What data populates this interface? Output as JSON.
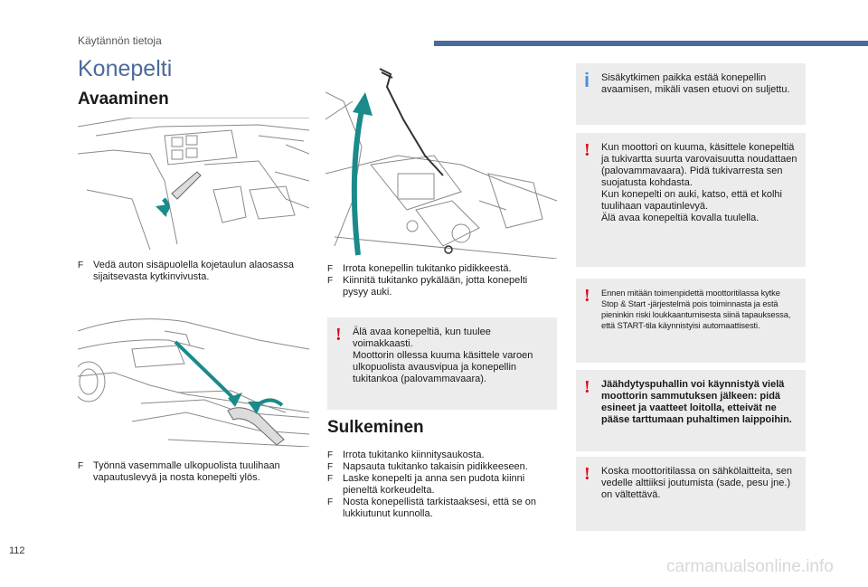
{
  "header": {
    "section_label": "Käytännön tietoja"
  },
  "page_title": "Konepelti",
  "opening": {
    "title": "Avaaminen",
    "step1": "Vedä auton sisäpuolella kojetaulun alaosassa sijaitsevasta kytkinvivusta.",
    "step2": "Työnnä vasemmalle ulkopuolista tuulihaan vapautuslevyä ja nosta konepelti ylös.",
    "step3": "Irrota konepellin tukitanko pidikkeestä.",
    "step4": "Kiinnitä tukitanko pykälään, jotta konepelti pysyy auki.",
    "warning_wind": [
      "Älä avaa konepeltiä, kun tuulee voimakkaasti.",
      "Moottorin ollessa kuuma käsittele varoen ulkopuolista avausvipua ja konepellin tukitankoa (palovammavaara)."
    ]
  },
  "closing": {
    "title": "Sulkeminen",
    "steps": [
      "Irrota tukitanko kiinnitysaukosta.",
      "Napsauta tukitanko takaisin pidikkeeseen.",
      "Laske konepelti ja anna sen pudota kiinni pieneltä korkeudelta.",
      "Nosta konepellistä tarkistaaksesi, että se on lukkiutunut kunnolla."
    ]
  },
  "notes": {
    "info": "Sisäkytkimen paikka estää konepellin avaamisen, mikäli vasen etuovi on suljettu.",
    "hot_engine": [
      "Kun moottori on kuuma, käsittele konepeltiä ja tukivartta suurta varovaisuutta noudattaen (palovammavaara). Pidä tukivarresta sen suojatusta kohdasta.",
      "Kun konepelti on auki, katso, että et kolhi tuulihaan vapautinlevyä.",
      "Älä avaa konepeltiä kovalla tuulella."
    ],
    "stop_start": "Ennen mitään toimenpidettä moottoritilassa kytke Stop & Start -järjestelmä pois toiminnasta ja estä pieninkin riski loukkaantumisesta siinä tapauksessa, että START-tila käynnistyisi automaattisesti.",
    "fan": "Jäähdytyspuhallin voi käynnistyä vielä moottorin sammutuksen jälkeen: pidä esineet ja vaatteet loitolla, etteivät ne pääse tarttumaan puhaltimen laippoihin.",
    "electrical": "Koska moottoritilassa on sähkölaitteita, sen vedelle alttiiksi joutumista (sade, pesu jne.) on vältettävä."
  },
  "symbols": {
    "bullet": "F",
    "warning": "!",
    "info": "i"
  },
  "colors": {
    "accent": "#4a6a9b",
    "arrow": "#1a8a8a",
    "warning": "#e2001a",
    "info": "#4a90d9",
    "note_bg": "#ececec"
  },
  "footer": {
    "page_number": "112",
    "watermark": "carmanualsonline.info"
  }
}
